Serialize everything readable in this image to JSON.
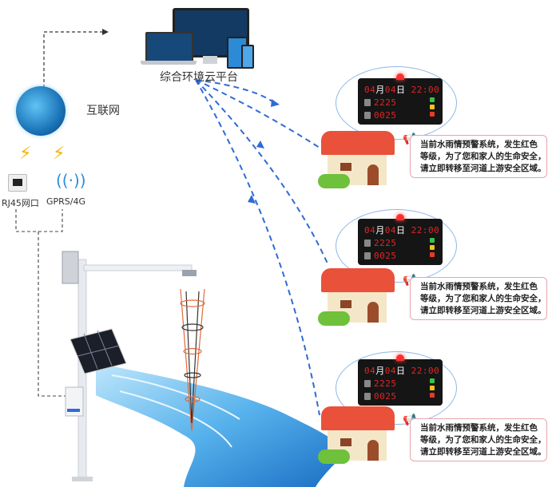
{
  "diagram": {
    "platform_label": "综合环境云平台",
    "internet_label": "互联网",
    "connections": [
      {
        "label": "RJ45网口",
        "icon": "ethernet-port-icon"
      },
      {
        "label": "GPRS/4G",
        "icon": "wireless-signal-icon"
      }
    ],
    "stations": [
      {
        "led": {
          "date": "04月04日",
          "month": "04",
          "month_unit": "月",
          "day": "04",
          "day_unit": "日",
          "time": "22:00",
          "rainfall": "2225",
          "water_level": "0025"
        },
        "alert_lines": [
          "当前水雨情预警系统，发生红色",
          "等级，为了您和家人的生命安全，",
          "请立即转移至河道上游安全区域。"
        ]
      },
      {
        "led": {
          "date": "04月04日",
          "month": "04",
          "month_unit": "月",
          "day": "04",
          "day_unit": "日",
          "time": "22:00",
          "rainfall": "2225",
          "water_level": "0025"
        },
        "alert_lines": [
          "当前水雨情预警系统，发生红色",
          "等级，为了您和家人的生命安全，",
          "请立即转移至河道上游安全区域。"
        ]
      },
      {
        "led": {
          "date": "04月04日",
          "month": "04",
          "month_unit": "月",
          "day": "04",
          "day_unit": "日",
          "time": "22:00",
          "rainfall": "2225",
          "water_level": "0025"
        },
        "alert_lines": [
          "当前水雨情预警系统，发生红色",
          "等级，为了您和家人的生命安全，",
          "请立即转移至河道上游安全区域。"
        ]
      }
    ],
    "colors": {
      "dashed_link": "#2f6bd6",
      "led_digits": "#e02525",
      "alert_border": "#e7a4ad",
      "river": "#3a9be0",
      "roof": "#e9513b"
    }
  }
}
